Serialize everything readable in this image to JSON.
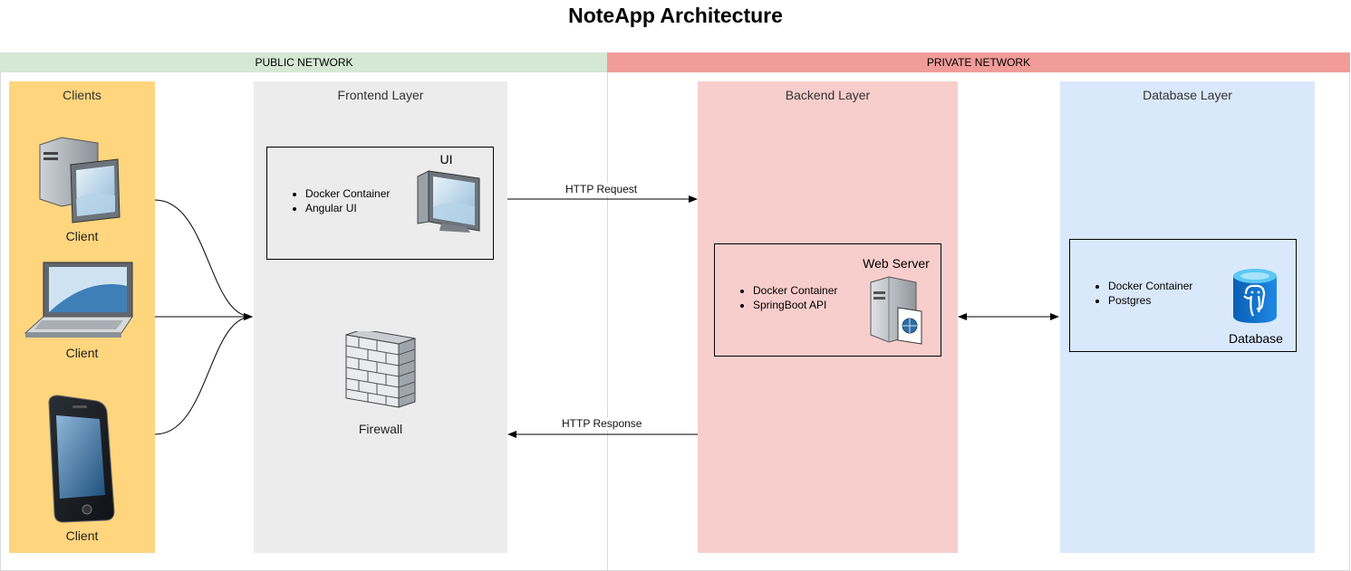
{
  "title": "NoteApp Architecture",
  "networks": {
    "public": {
      "label": "PUBLIC NETWORK",
      "color": "#d5e8d4"
    },
    "private": {
      "label": "PRIVATE NETWORK",
      "color": "#f19c99"
    }
  },
  "lanes": {
    "clients": {
      "label": "Clients",
      "color": "#ffd57e"
    },
    "frontend": {
      "label": "Frontend Layer",
      "color": "#ececec"
    },
    "backend": {
      "label": "Backend Layer",
      "color": "#f8cecc"
    },
    "database": {
      "label": "Database Layer",
      "color": "#dae8fc"
    }
  },
  "clients": [
    {
      "label": "Client",
      "icon": "desktop-pc-icon"
    },
    {
      "label": "Client",
      "icon": "laptop-icon"
    },
    {
      "label": "Client",
      "icon": "smartphone-icon"
    }
  ],
  "ui_box": {
    "title": "UI",
    "bullets": [
      "Docker Container",
      "Angular UI"
    ],
    "icon": "monitor-icon"
  },
  "firewall": {
    "label": "Firewall",
    "icon": "firewall-icon"
  },
  "web_server": {
    "title": "Web Server",
    "bullets": [
      "Docker Container",
      "SpringBoot API"
    ],
    "icon": "web-server-icon"
  },
  "database_box": {
    "title": "Database",
    "bullets": [
      "Docker Container",
      "Postgres"
    ],
    "icon": "postgres-database-icon"
  },
  "edges": {
    "request": "HTTP Request",
    "response": "HTTP Response"
  }
}
